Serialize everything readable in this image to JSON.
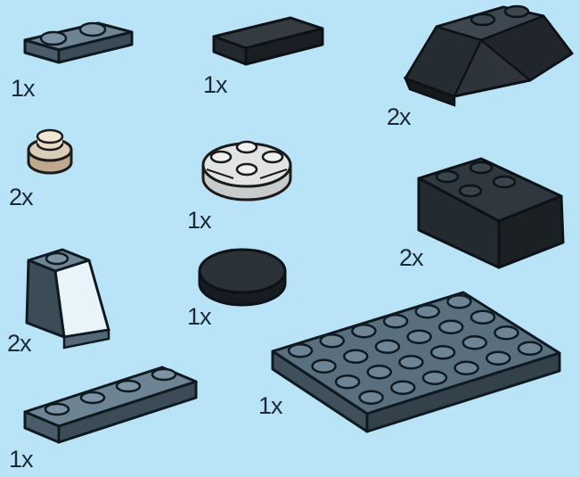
{
  "colors": {
    "background": "#b9e3f7",
    "dark_bluish_gray": "#566b7a",
    "black": "#242b30",
    "light_gray": "#e2e4e4",
    "tan": "#d9cdb7"
  },
  "parts": [
    {
      "icon": "plate-1x2-icon",
      "qty": "1x"
    },
    {
      "icon": "tile-1x2-icon",
      "qty": "1x"
    },
    {
      "icon": "wedge-slope-icon",
      "qty": "2x"
    },
    {
      "icon": "round-plate-1x1-icon",
      "qty": "2x"
    },
    {
      "icon": "round-plate-2x2-icon",
      "qty": "1x"
    },
    {
      "icon": "slope-brick-2x2-icon",
      "qty": "2x"
    },
    {
      "icon": "slope-1x2-icon",
      "qty": "2x"
    },
    {
      "icon": "round-tile-2x2-icon",
      "qty": "1x"
    },
    {
      "icon": "plate-1x4-icon",
      "qty": "1x"
    },
    {
      "icon": "plate-4x6-icon",
      "qty": "1x"
    }
  ]
}
